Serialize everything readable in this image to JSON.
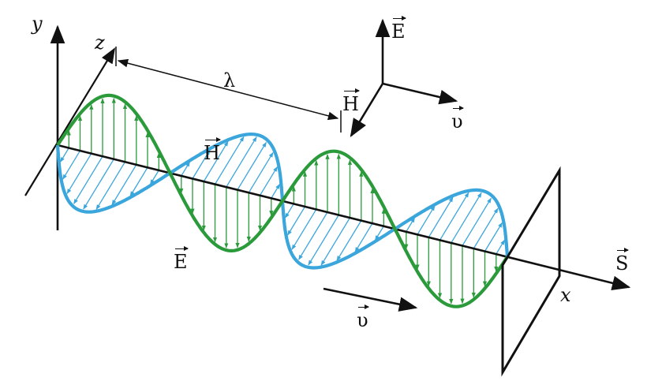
{
  "labels": {
    "axis_y": "y",
    "axis_z": "z",
    "axis_x": "x",
    "wavelength": "λ",
    "h_field_top": "H",
    "h_field_mid": "H",
    "e_field": "E",
    "e_legend": "E",
    "v_legend": "υ",
    "v_bottom": "υ",
    "poynting": "S"
  },
  "colors": {
    "e_wave": "#2a9a3a",
    "h_wave": "#3aa6dc",
    "axes": "#111111"
  },
  "wave": {
    "e_amplitude": 1,
    "h_amplitude": 1,
    "cycles_shown": 2,
    "phase_relation": "in-phase",
    "e_vectors_per_cycle": 20,
    "h_vectors_per_cycle": 20
  }
}
